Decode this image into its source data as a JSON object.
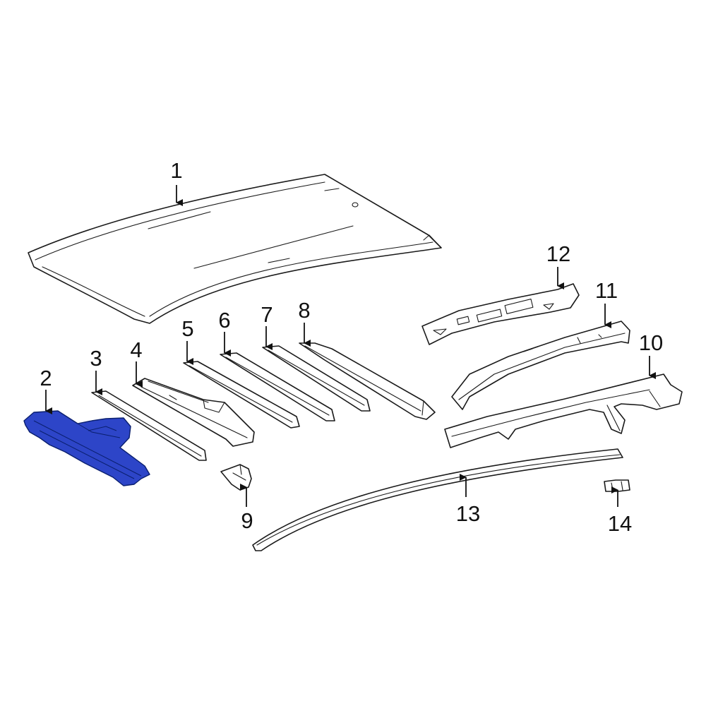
{
  "diagram": {
    "highlight_color": "#2d45c8",
    "outline_color": "#1a1a1a",
    "callouts": [
      {
        "id": "1",
        "label": "1"
      },
      {
        "id": "2",
        "label": "2"
      },
      {
        "id": "3",
        "label": "3"
      },
      {
        "id": "4",
        "label": "4"
      },
      {
        "id": "5",
        "label": "5"
      },
      {
        "id": "6",
        "label": "6"
      },
      {
        "id": "7",
        "label": "7"
      },
      {
        "id": "8",
        "label": "8"
      },
      {
        "id": "9",
        "label": "9"
      },
      {
        "id": "10",
        "label": "10"
      },
      {
        "id": "11",
        "label": "11"
      },
      {
        "id": "12",
        "label": "12"
      },
      {
        "id": "13",
        "label": "13"
      },
      {
        "id": "14",
        "label": "14"
      }
    ],
    "highlighted_part": "2"
  }
}
